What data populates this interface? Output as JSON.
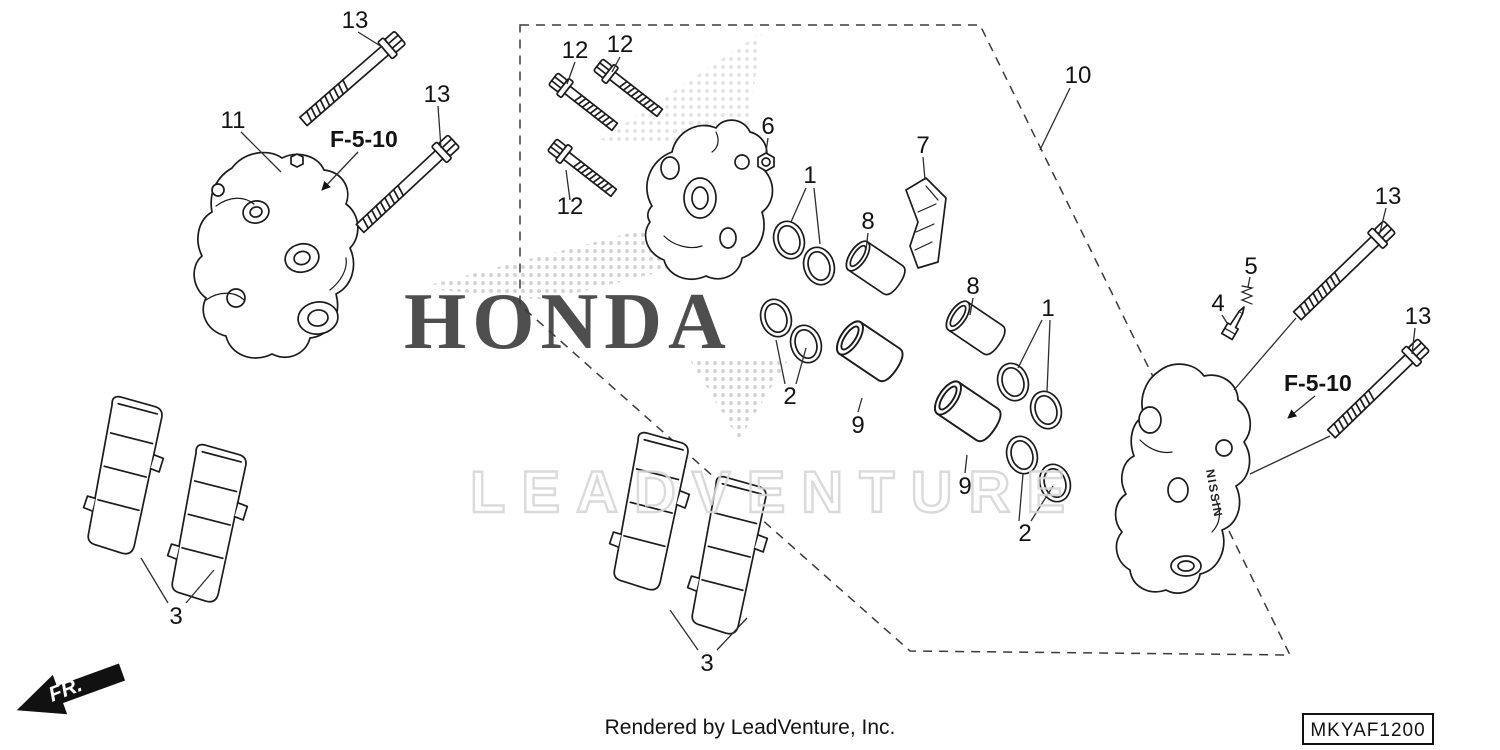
{
  "diagram": {
    "callouts": [
      {
        "n": "13"
      },
      {
        "n": "13"
      },
      {
        "n": "11"
      },
      {
        "n": "12"
      },
      {
        "n": "12"
      },
      {
        "n": "12"
      },
      {
        "n": "6"
      },
      {
        "n": "1"
      },
      {
        "n": "8"
      },
      {
        "n": "7"
      },
      {
        "n": "10"
      },
      {
        "n": "8"
      },
      {
        "n": "1"
      },
      {
        "n": "5"
      },
      {
        "n": "4"
      },
      {
        "n": "13"
      },
      {
        "n": "13"
      },
      {
        "n": "2"
      },
      {
        "n": "9"
      },
      {
        "n": "9"
      },
      {
        "n": "2"
      },
      {
        "n": "3"
      },
      {
        "n": "3"
      }
    ],
    "section_refs": [
      {
        "label": "F-5-10"
      },
      {
        "label": "F-5-10"
      }
    ],
    "front_marker": "FR.",
    "caliper_marking": "NISSIN",
    "watermark": {
      "brand": "HONDA",
      "site": "LEADVENTURE"
    },
    "footer": {
      "credit": "Rendered by LeadVenture, Inc.",
      "code": "MKYAF1200"
    }
  }
}
